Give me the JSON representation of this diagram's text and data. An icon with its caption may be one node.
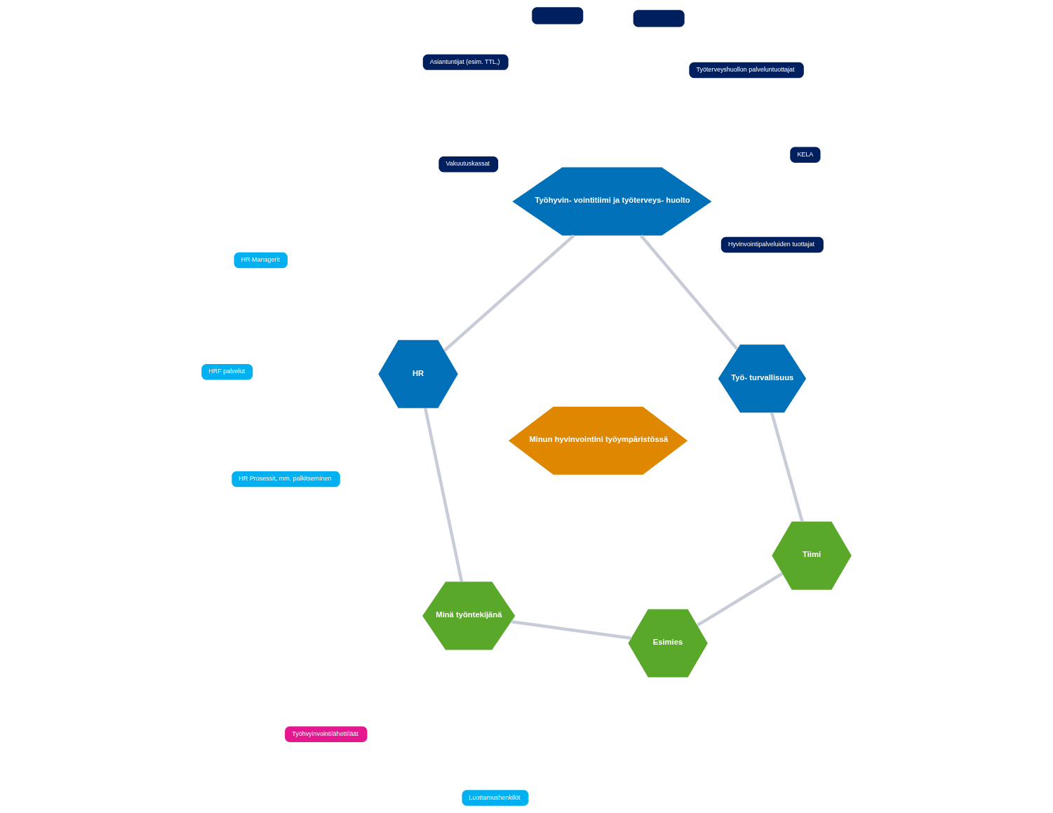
{
  "diagram": {
    "nodes": [
      {
        "text": [
          "Työhvyinvointilähettiläät"
        ]
      },
      {
        "text": [
          "Minä työntekijänä"
        ]
      },
      {
        "text": [
          "Luottamushenkilöt"
        ]
      },
      {
        "text": [
          "HR Managerit"
        ]
      },
      {
        "text": [
          "HR"
        ]
      },
      {
        "text": [
          "Esimies"
        ]
      },
      {
        "text": [
          "HRF palvelut"
        ]
      },
      {
        "text": [
          "HR Prosessit, mm. palkitseminen"
        ]
      },
      {
        "text": [
          "Minun hyvinvointini työympäristössä"
        ]
      },
      {
        "text": [
          "Tiimi"
        ]
      },
      {
        "text": [
          "Vakuutuskassat"
        ]
      },
      {
        "text": [
          "Työhyvin- vointitiimi ja työterveys- huolto"
        ]
      },
      {
        "text": [
          "KELA"
        ]
      },
      {
        "text": [
          "Työterveyshuollon palveluntuottajat"
        ]
      },
      {
        "text": [],
        "shape": "box"
      },
      {
        "text": [
          "Hyvinvointipalveluiden tuottajat"
        ]
      },
      {
        "text": [
          "Työ- turvallisuus"
        ]
      },
      {
        "text": [],
        "shape": "box"
      },
      {
        "text": [
          "Asiantuntijat (esim. TTL,)"
        ]
      }
    ],
    "edges": [
      {
        "from": 4,
        "to": 1,
        "arrow": "none"
      },
      {
        "from": 1,
        "to": 5,
        "arrow": "none"
      },
      {
        "from": 5,
        "to": 9,
        "arrow": "none"
      },
      {
        "from": 9,
        "to": 16,
        "arrow": "none"
      },
      {
        "from": 16,
        "to": 11,
        "arrow": "none"
      },
      {
        "from": 11,
        "to": 4,
        "arrow": "none"
      }
    ]
  }
}
